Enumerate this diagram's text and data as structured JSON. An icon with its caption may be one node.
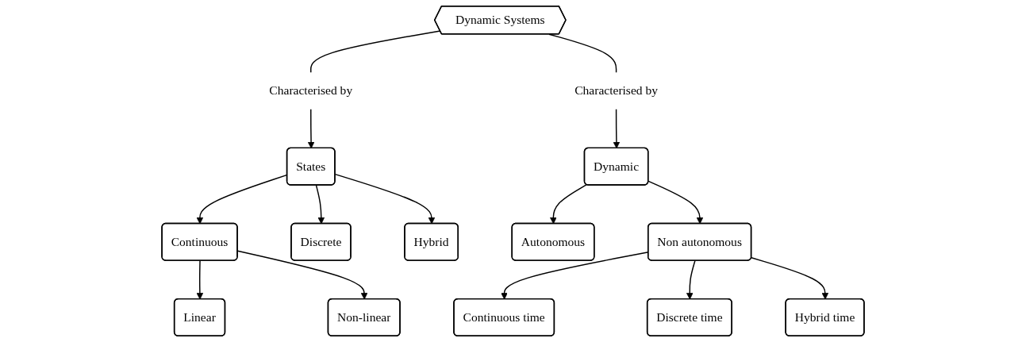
{
  "diagram": {
    "nodes": [
      {
        "text": [
          "Dynamic Systems"
        ]
      },
      {
        "text": [
          "Characterised by"
        ]
      },
      {
        "text": [
          "Characterised by"
        ]
      },
      {
        "text": [
          "States"
        ]
      },
      {
        "text": [
          "Dynamic"
        ]
      },
      {
        "text": [
          "Continuous"
        ]
      },
      {
        "text": [
          "Discrete"
        ]
      },
      {
        "text": [
          "Hybrid"
        ]
      },
      {
        "text": [
          "Autonomous"
        ]
      },
      {
        "text": [
          "Non autonomous"
        ]
      },
      {
        "text": [
          "Linear"
        ]
      },
      {
        "text": [
          "Non-linear"
        ]
      },
      {
        "text": [
          "Continuous time"
        ]
      },
      {
        "text": [
          "Discrete time"
        ]
      },
      {
        "text": [
          "Hybrid time"
        ]
      }
    ],
    "edges": [
      {
        "from": 0,
        "to": 1,
        "arrow": "none"
      },
      {
        "from": 0,
        "to": 2,
        "arrow": "none"
      },
      {
        "from": 1,
        "to": 3,
        "arrow": "to"
      },
      {
        "from": 2,
        "to": 4,
        "arrow": "to"
      },
      {
        "from": 3,
        "to": 5,
        "arrow": "to"
      },
      {
        "from": 3,
        "to": 6,
        "arrow": "to"
      },
      {
        "from": 3,
        "to": 7,
        "arrow": "to"
      },
      {
        "from": 5,
        "to": 10,
        "arrow": "to"
      },
      {
        "from": 5,
        "to": 11,
        "arrow": "to"
      },
      {
        "from": 4,
        "to": 8,
        "arrow": "to"
      },
      {
        "from": 4,
        "to": 9,
        "arrow": "to"
      },
      {
        "from": 9,
        "to": 12,
        "arrow": "to"
      },
      {
        "from": 9,
        "to": 13,
        "arrow": "to"
      },
      {
        "from": 9,
        "to": 14,
        "arrow": "to"
      }
    ]
  }
}
